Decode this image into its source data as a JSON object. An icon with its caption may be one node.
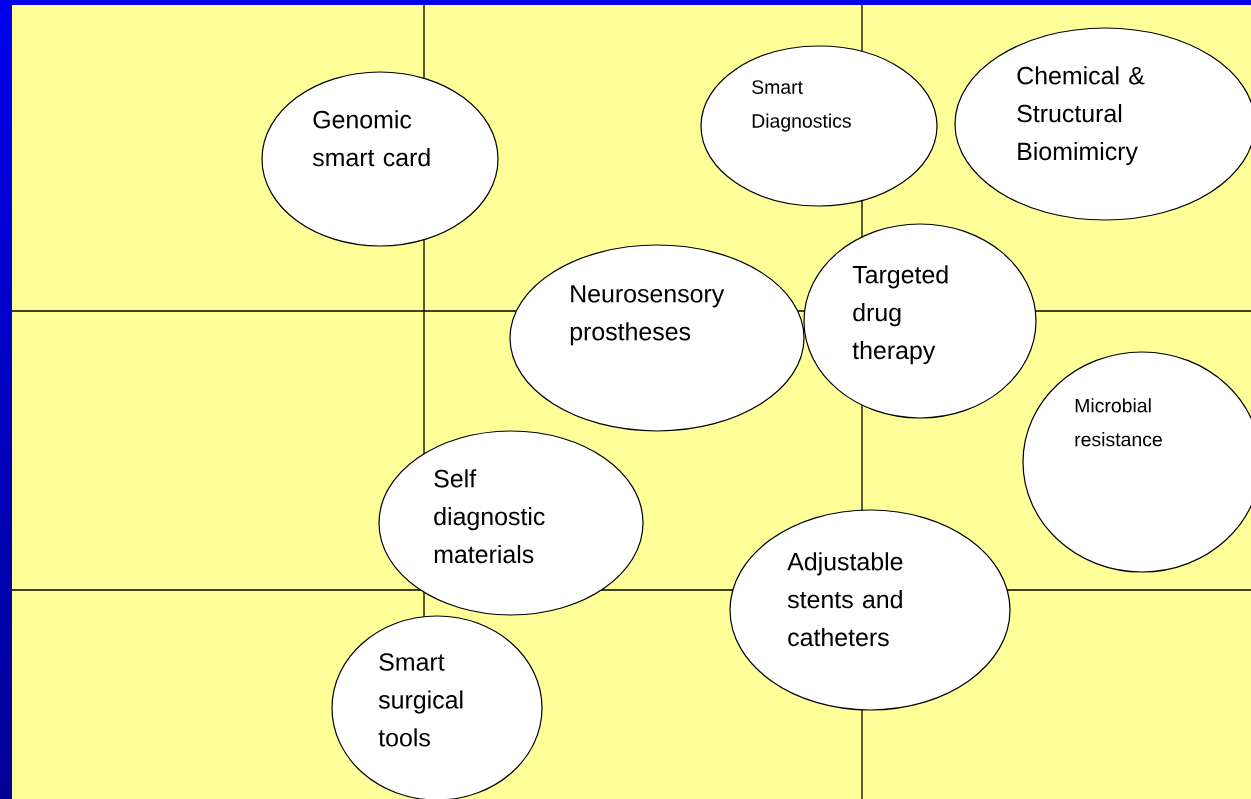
{
  "diagram": {
    "nodes": [
      {
        "text": [
          "Genomic smart card"
        ]
      },
      {
        "text": [
          "Smart Diagnostics"
        ]
      },
      {
        "text": [
          "Chemical & Structural Biomimicry"
        ]
      },
      {
        "text": [
          "Neurosensory prostheses"
        ]
      },
      {
        "text": [
          "Targeted drug therapy"
        ]
      },
      {
        "text": [
          "Microbial resistance"
        ]
      },
      {
        "text": [
          "Self diagnostic materials"
        ]
      },
      {
        "text": [
          "Adjustable stents and catheters"
        ]
      },
      {
        "text": [
          "Smart surgical tools"
        ]
      }
    ]
  }
}
